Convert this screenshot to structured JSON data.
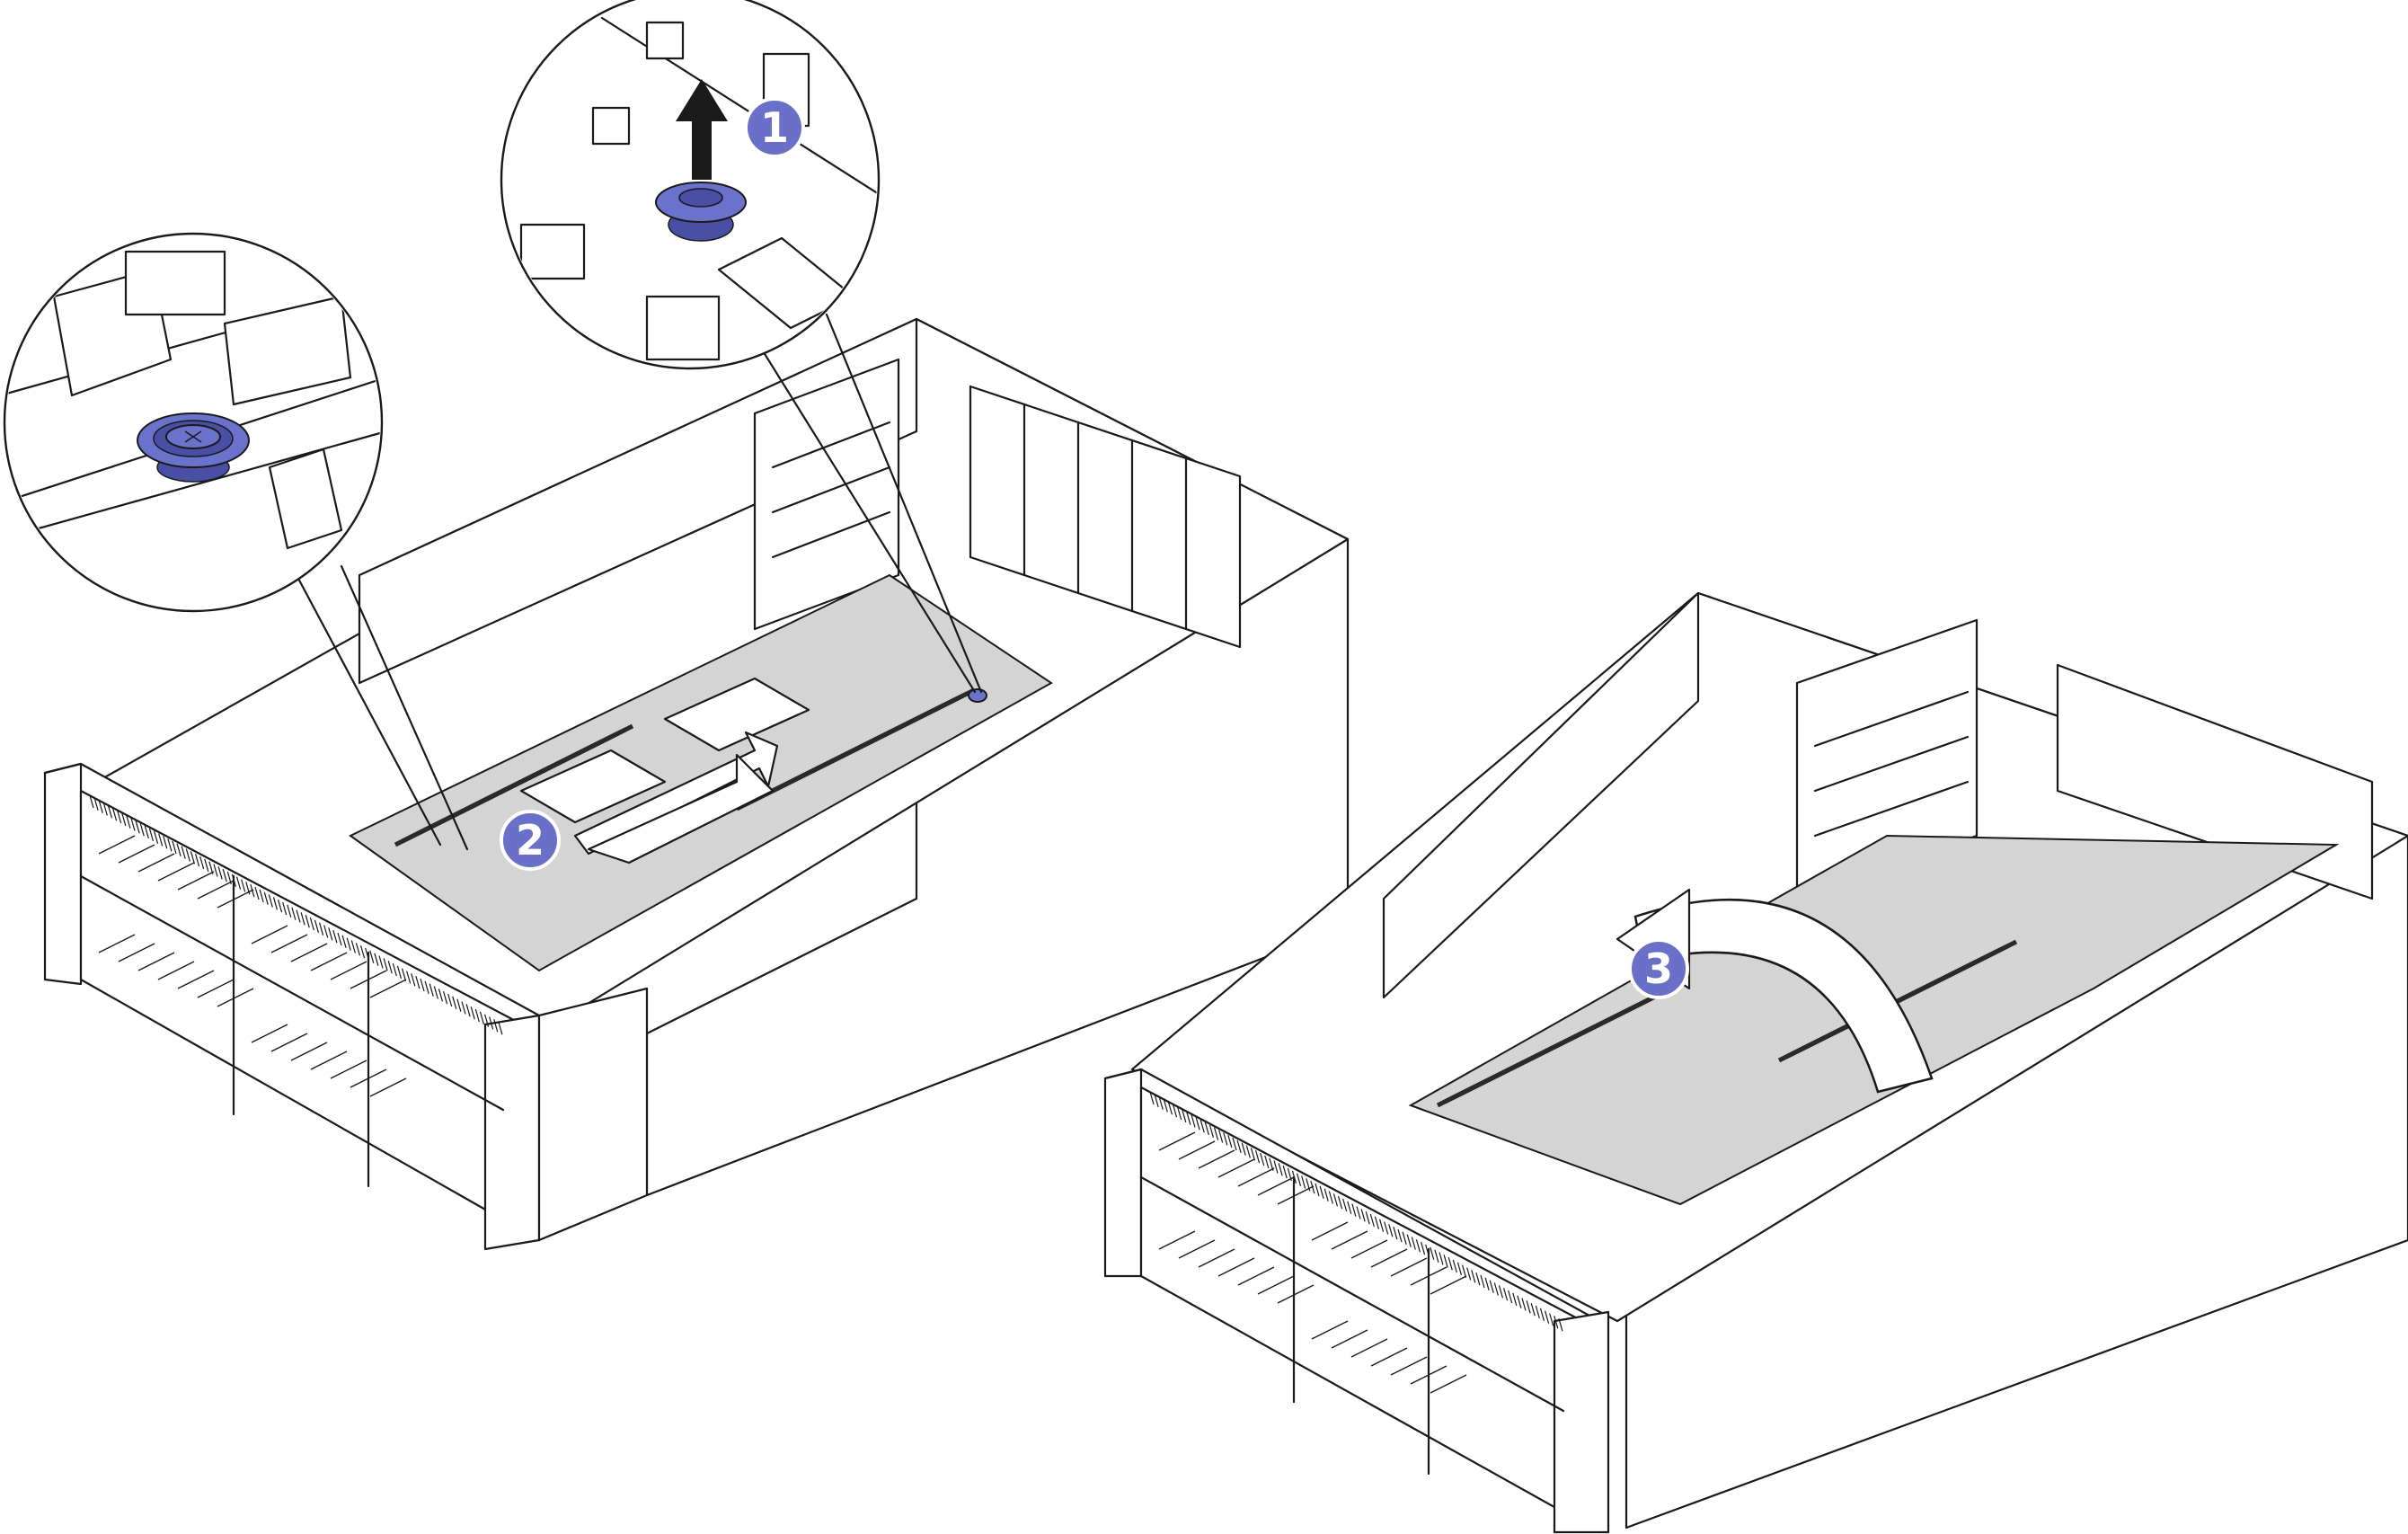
{
  "steps": [
    {
      "number": "1",
      "color": "#6a6fc8"
    },
    {
      "number": "2",
      "color": "#6a6fc8"
    },
    {
      "number": "3",
      "color": "#6a6fc8"
    }
  ],
  "colors": {
    "line": "#1a1a1a",
    "board_fill": "#d4d4d4",
    "plunger_blue": "#6a72cc",
    "background": "#ffffff"
  },
  "icons": [
    "plunger-icon",
    "arrow-up-icon",
    "arrow-left-icon",
    "arrow-rotate-icon"
  ]
}
